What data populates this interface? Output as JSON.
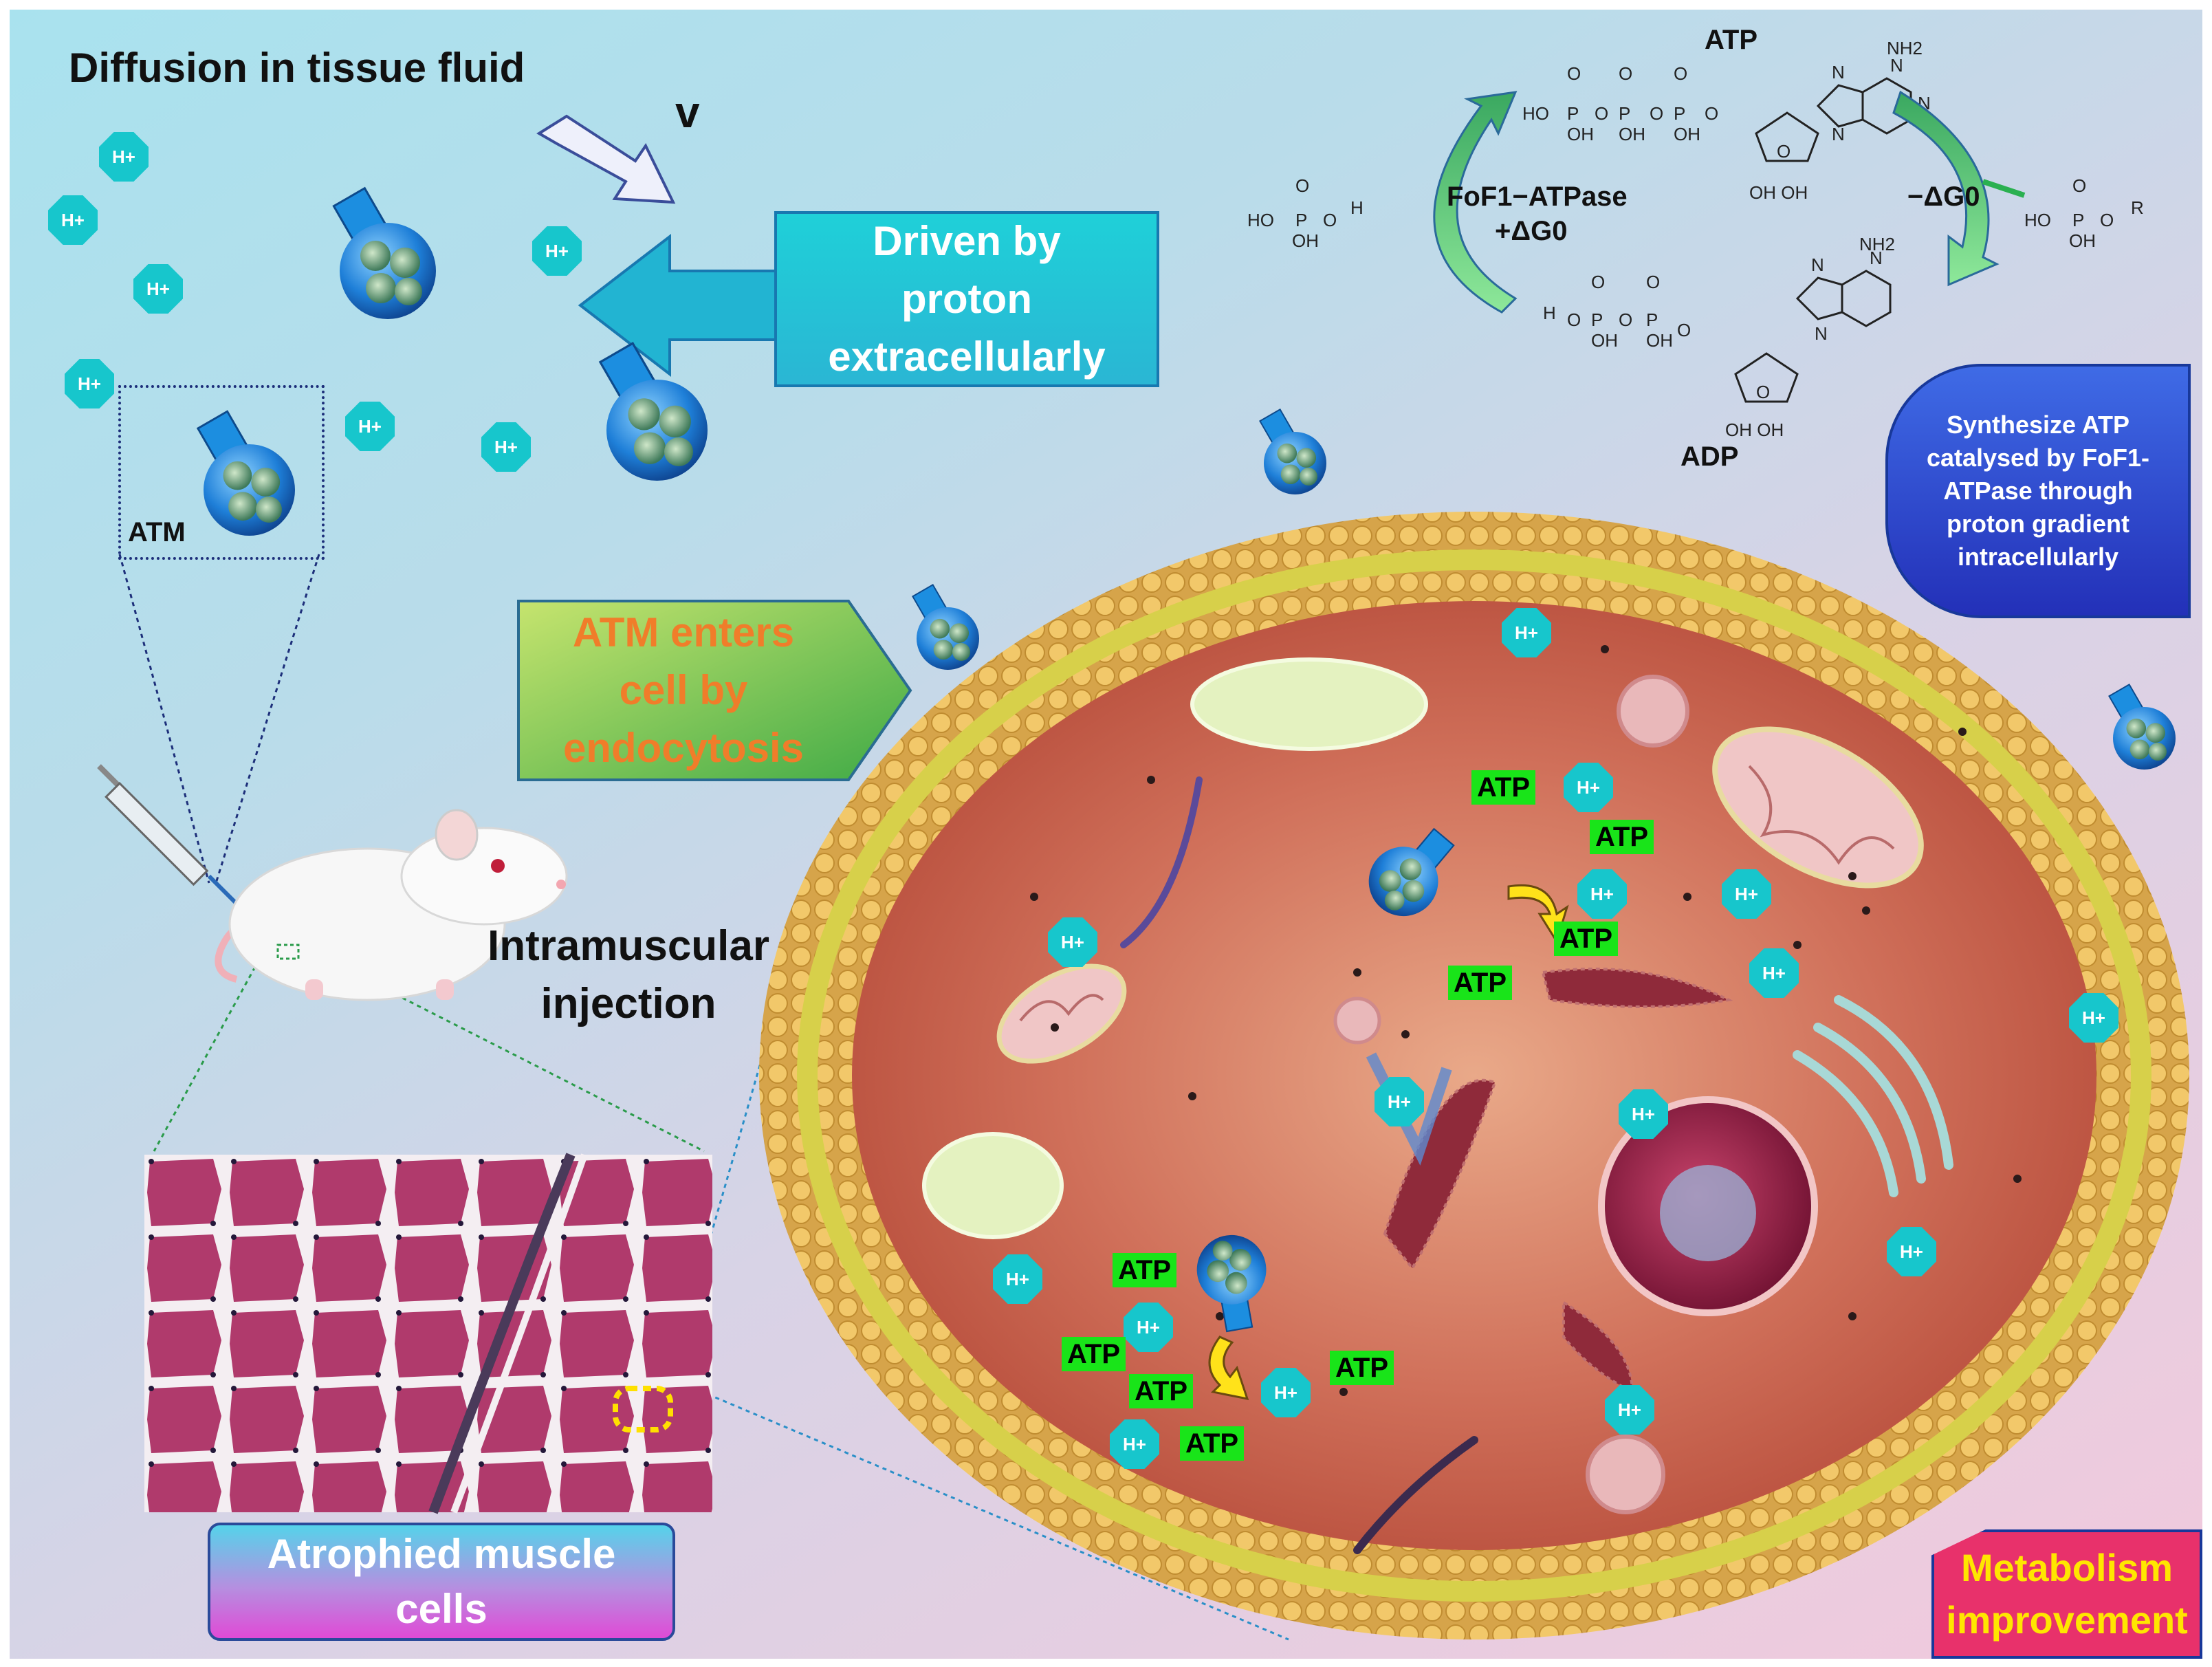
{
  "texts": {
    "diffusion": "Diffusion in tissue fluid",
    "v": "v",
    "driven": "Driven by proton extracellularly",
    "atm_label": "ATM",
    "atm_enters": "ATM enters cell by endocytosis",
    "intramuscular": "Intramuscular injection",
    "atrophied": "Atrophied muscle cells",
    "synthesize": "Synthesize ATP catalysed by FoF1-ATPase through proton gradient intracellularly",
    "metabolism": "Metabolism improvement",
    "atp_title": "ATP",
    "adp_title": "ADP",
    "fofi": "FoF1−ATPase",
    "plus_dg": "+ΔG0",
    "minus_dg": "−ΔG0",
    "nh2": "NH2",
    "oh_oh": "OH OH",
    "h_plus": "H+",
    "atp_tag": "ATP"
  },
  "colors": {
    "proton_badge": "#17c6cc",
    "atp_tag": "#19e419",
    "driven_box": "#1fc6d6",
    "atm_enters_text": "#f07d2a",
    "synthesize_box": "#2b4fd8",
    "metabolism_box": "#e8316b",
    "metabolism_text": "#ffe600",
    "cell_membrane": "#e8b65a",
    "cytoplasm": "#c85c4a"
  },
  "icons": [
    "syringe-icon",
    "rat-icon",
    "atm-nanomotor-icon",
    "proton-icon",
    "mitochondrion-icon",
    "nucleus-icon",
    "golgi-icon"
  ]
}
